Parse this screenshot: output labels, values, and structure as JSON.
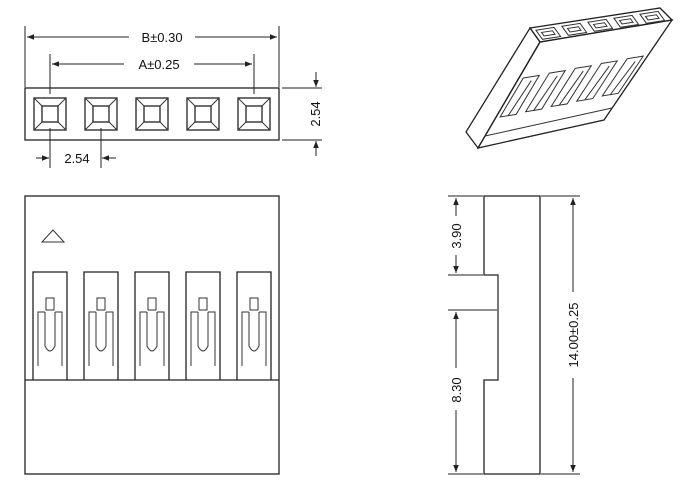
{
  "top_view": {
    "dim_b": "B±0.30",
    "dim_a": "A±0.25",
    "dim_pitch": "2.54",
    "dim_height": "2.54",
    "pin_count": 5
  },
  "front_view": {
    "pin_count": 5
  },
  "side_view": {
    "dim_upper": "3.90",
    "dim_lower": "8.30",
    "dim_total": "14.00±0.25"
  },
  "iso_view": {
    "pin_count": 5
  },
  "colors": {
    "line": "#222222",
    "background": "#ffffff"
  }
}
